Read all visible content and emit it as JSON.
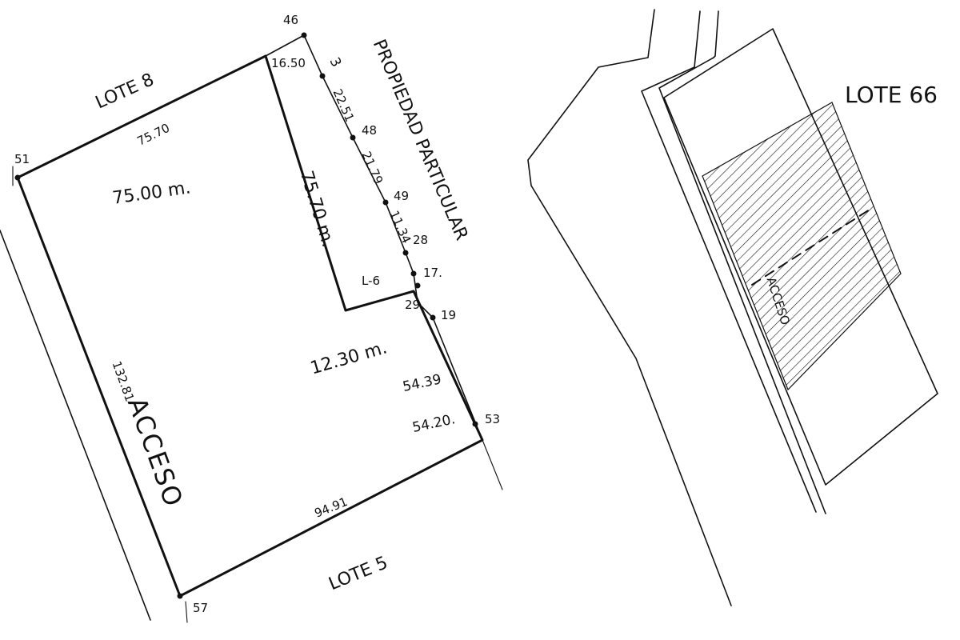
{
  "labels": {
    "lote_8": "LOTE 8",
    "lote_5": "LOTE 5",
    "lote_66": "LOTE 66",
    "acceso_left": "ACCESO",
    "acceso_right": "ACCESO",
    "propiedad_particular": "PROPIEDAD PARTICULAR",
    "lot_l6": "L-6"
  },
  "vertices": {
    "v46": "46",
    "v3": "3",
    "v48": "48",
    "v49": "49",
    "v28": "28",
    "v17": "17.",
    "v29": "29",
    "v19": "19",
    "v53": "53",
    "v51": "51",
    "v57": "57"
  },
  "measures": {
    "m16_50": "16.50",
    "m22_51": "22.51",
    "m21_79": "21.79",
    "m11_34": "11.34",
    "m75_70_top": "75.70",
    "m75_00": "75.00 m.",
    "m75_70_inner": "75.70 m.",
    "m12_30": "12.30 m.",
    "m54_39": "54.39",
    "m54_20": "54.20.",
    "m132_81": "132.81",
    "m94_91": "94.91"
  }
}
